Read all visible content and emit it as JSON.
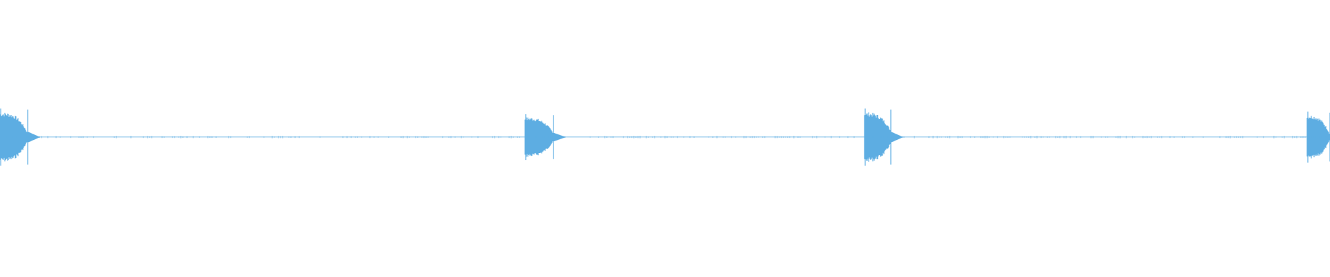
{
  "waveform": {
    "color": "#5dade2",
    "bursts": [
      {
        "start": 0.0,
        "end": 0.021,
        "amplitude": 0.45,
        "decay": 0.85
      },
      {
        "start": 0.395,
        "end": 0.416,
        "amplitude": 0.36,
        "decay": 0.8
      },
      {
        "start": 0.65,
        "end": 0.67,
        "amplitude": 0.45,
        "decay": 0.75
      },
      {
        "start": 0.983,
        "end": 1.0,
        "amplitude": 0.4,
        "decay": 0.9
      }
    ],
    "baseline_amplitude": 0.004
  }
}
